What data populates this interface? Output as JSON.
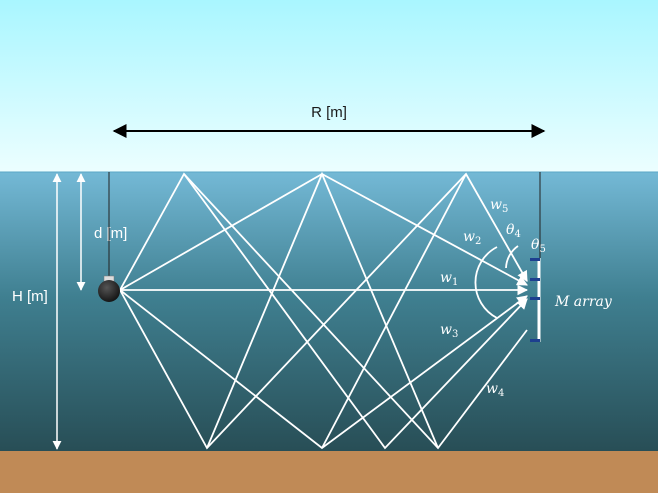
{
  "labels": {
    "range": "R [m]",
    "depth": "d [m]",
    "height": "H [m]",
    "array": "M array"
  },
  "paths": [
    {
      "name": "w",
      "sub": "1"
    },
    {
      "name": "w",
      "sub": "2"
    },
    {
      "name": "w",
      "sub": "3"
    },
    {
      "name": "w",
      "sub": "4"
    },
    {
      "name": "w",
      "sub": "5"
    }
  ],
  "angles": [
    {
      "name": "θ",
      "sub": "4"
    },
    {
      "name": "θ",
      "sub": "5"
    }
  ],
  "colors": {
    "sky_top": "#a9f6ff",
    "sky_bottom": "#ecfeff",
    "water_top": "#74b9d6",
    "water_bottom": "#284e56",
    "seabed": "#c08a56",
    "rays": "#ffffff",
    "hydrophone": "#1d3f8f"
  }
}
